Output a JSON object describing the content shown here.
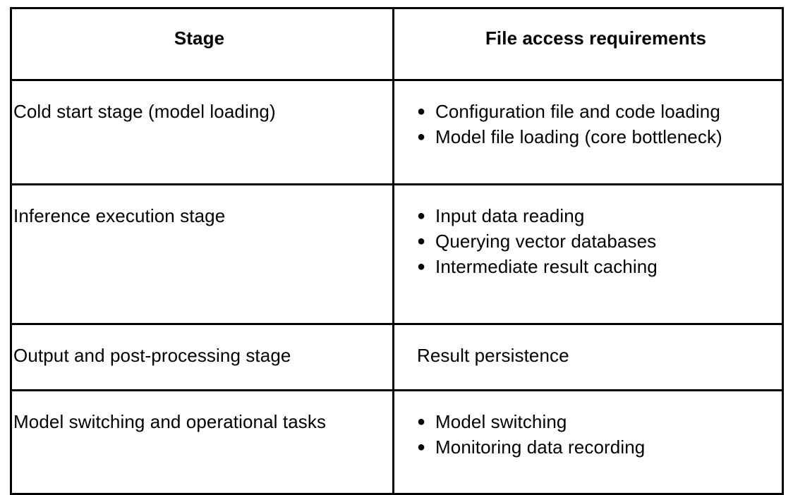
{
  "table": {
    "columns": [
      {
        "key": "stage",
        "header": "Stage"
      },
      {
        "key": "requirements",
        "header": "File access requirements"
      }
    ],
    "bullet_glyph": "●",
    "border_color": "#000000",
    "text_color": "#000000",
    "background_color": "#FFFFFF",
    "rows": [
      {
        "stage": "Cold start stage (model loading)",
        "requirements_kind": "bullets",
        "requirements": [
          "Configuration file and code loading",
          "Model file loading (core bottleneck)"
        ]
      },
      {
        "stage": "Inference execution stage",
        "requirements_kind": "bullets",
        "requirements": [
          "Input data reading",
          "Querying vector databases",
          "Intermediate result caching"
        ]
      },
      {
        "stage": "Output and post-processing stage",
        "requirements_kind": "text",
        "requirements_text": "Result persistence"
      },
      {
        "stage": "Model switching and operational tasks",
        "requirements_kind": "bullets",
        "requirements": [
          "Model switching",
          "Monitoring data recording"
        ]
      }
    ]
  }
}
